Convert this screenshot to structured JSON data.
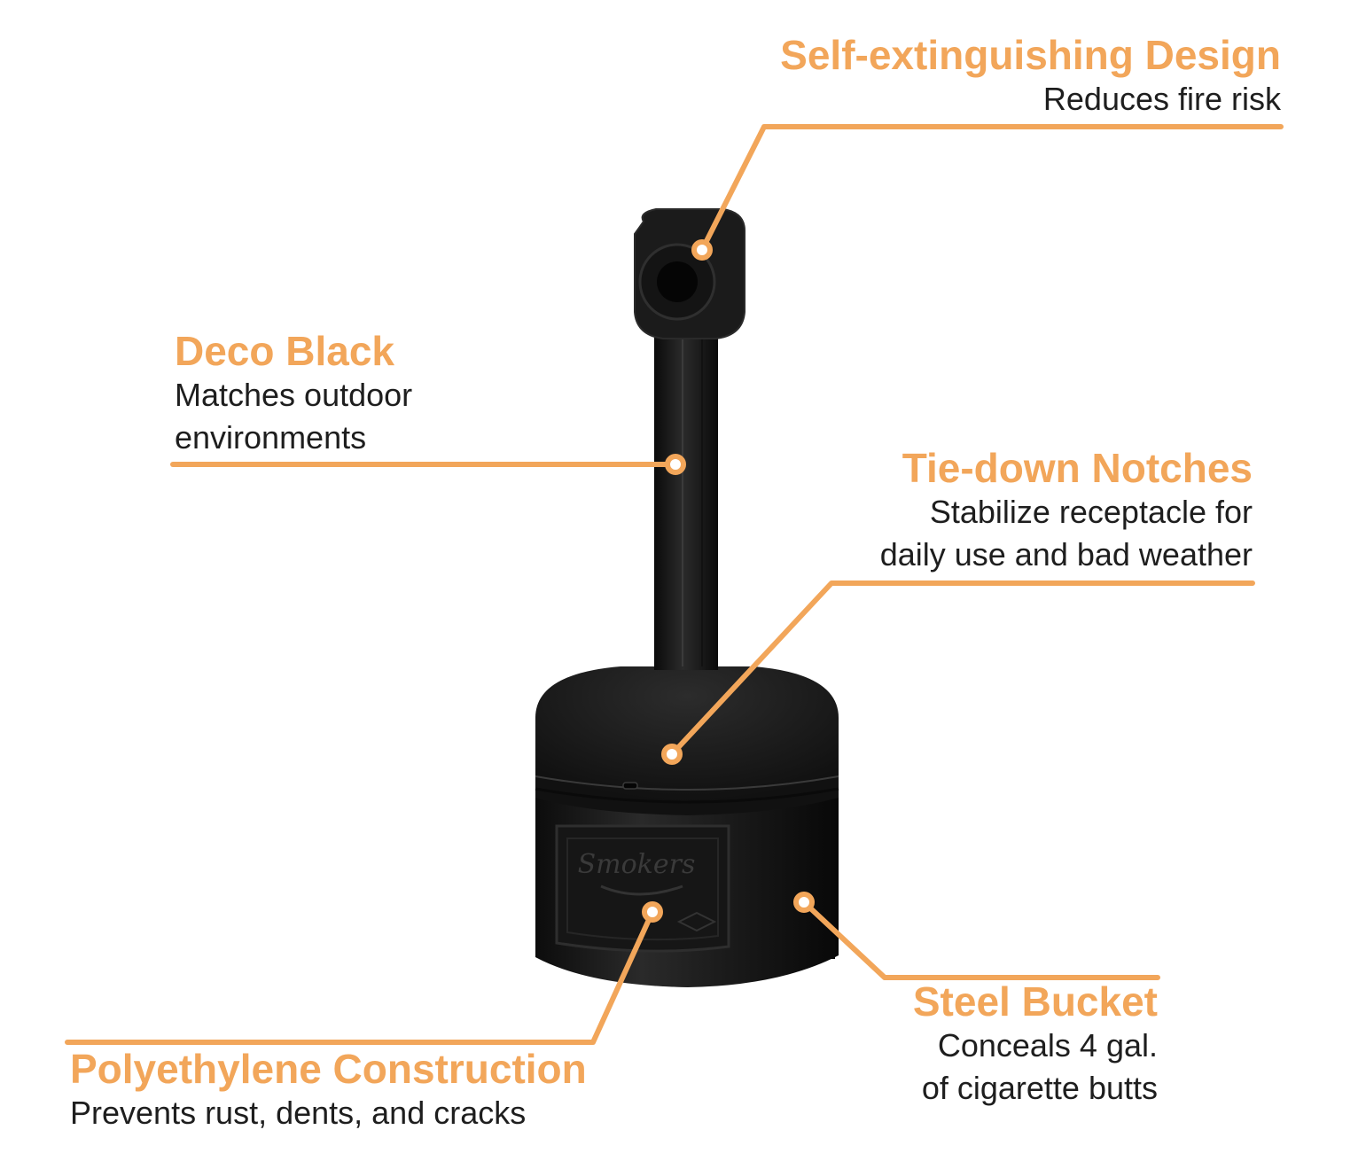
{
  "colors": {
    "accent": "#f2a65a",
    "text": "#1e1e1e",
    "product": "#1f1f1f"
  },
  "product": {
    "logo_text": "Smokers"
  },
  "callouts": [
    {
      "title": "Self-extinguishing Design",
      "description": "Reduces fire risk"
    },
    {
      "title": "Deco Black",
      "description": "Matches outdoor\nenvironments"
    },
    {
      "title": "Tie-down Notches",
      "description": "Stabilize receptacle for\ndaily use and bad weather"
    },
    {
      "title": "Steel Bucket",
      "description": "Conceals 4 gal.\nof cigarette butts"
    },
    {
      "title": "Polyethylene Construction",
      "description": "Prevents rust, dents, and cracks"
    }
  ]
}
